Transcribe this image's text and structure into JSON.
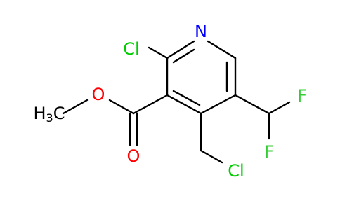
{
  "atoms": {
    "n": {
      "text": "N",
      "color": "#0000ff"
    },
    "cl_ring": {
      "text": "Cl",
      "color": "#00cc00"
    },
    "cl_chain": {
      "text": "Cl",
      "color": "#00cc00"
    },
    "f_top": {
      "text": "F",
      "color": "#33cc33"
    },
    "f_bottom": {
      "text": "F",
      "color": "#33cc33"
    },
    "o_ether": {
      "text": "O",
      "color": "#ff0000"
    },
    "o_carbonyl": {
      "text": "O",
      "color": "#ff0000"
    },
    "methyl": {
      "text": "H",
      "sub": "3",
      "tail": "C",
      "color": "#000000"
    }
  },
  "colors": {
    "bond": "#000000",
    "background": "#ffffff"
  }
}
